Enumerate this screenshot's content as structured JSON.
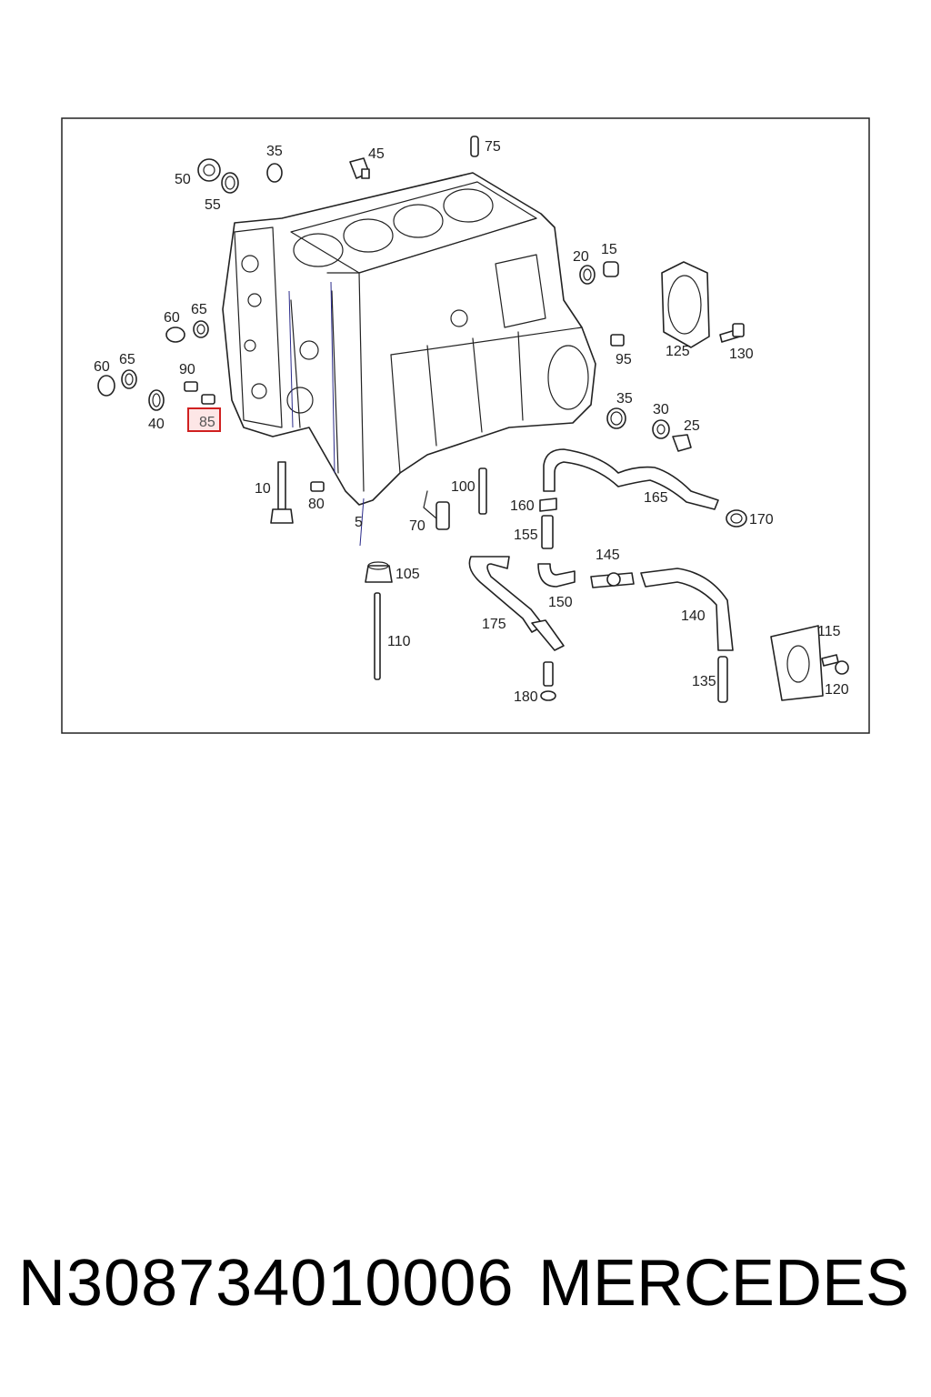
{
  "labels": {
    "p35a": "35",
    "p45": "45",
    "p75": "75",
    "p50": "50",
    "p55": "55",
    "p20": "20",
    "p15": "15",
    "p60a": "60",
    "p65a": "65",
    "p60b": "60",
    "p65b": "65",
    "p90": "90",
    "p40": "40",
    "p85": "85",
    "p125": "125",
    "p130": "130",
    "p95": "95",
    "p35b": "35",
    "p30": "30",
    "p25": "25",
    "p10": "10",
    "p80": "80",
    "p5": "5",
    "p100": "100",
    "p70": "70",
    "p160": "160",
    "p165": "165",
    "p170": "170",
    "p155": "155",
    "p145": "145",
    "p105": "105",
    "p150": "150",
    "p140": "140",
    "p175": "175",
    "p110": "110",
    "p115": "115",
    "p120": "120",
    "p135": "135",
    "p180": "180"
  },
  "highlight": {
    "label": "85",
    "color": "#d02020"
  },
  "caption": {
    "part_number": "N308734010006",
    "brand": "MERCEDES"
  }
}
